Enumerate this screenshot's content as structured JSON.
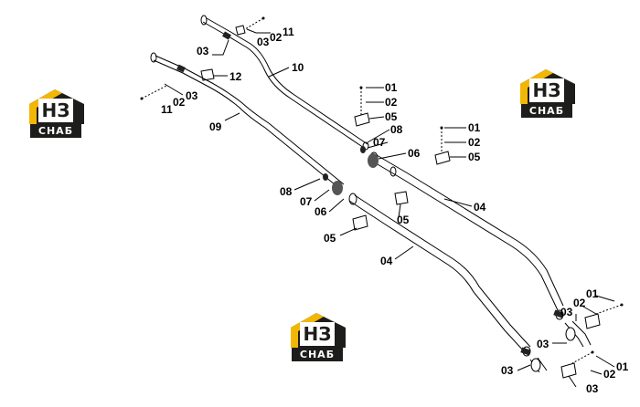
{
  "watermark": {
    "mark": "НЗ",
    "text": "СНАБ",
    "color_yellow": "#f2b705",
    "color_dark": "#1d1d1b"
  },
  "labels": {
    "l_03a": "03",
    "l_02a": "02",
    "l_11a": "11",
    "l_03b": "03",
    "l_12": "12",
    "l_10": "10",
    "l_11b": "11",
    "l_02b": "02",
    "l_03c": "03",
    "l_09": "09",
    "l_01a": "01",
    "l_02c": "02",
    "l_05a": "05",
    "l_08a": "08",
    "l_07a": "07",
    "l_06a": "06",
    "l_01b": "01",
    "l_02d": "02",
    "l_05b": "05",
    "l_04a": "04",
    "l_05c": "05",
    "l_08b": "08",
    "l_07b": "07",
    "l_06b": "06",
    "l_05d": "05",
    "l_04b": "04",
    "l_01c": "01",
    "l_02e": "02",
    "l_03d": "03",
    "l_03e": "03",
    "l_03f": "03",
    "l_02f": "02",
    "l_01d": "01",
    "l_03g": "03"
  }
}
